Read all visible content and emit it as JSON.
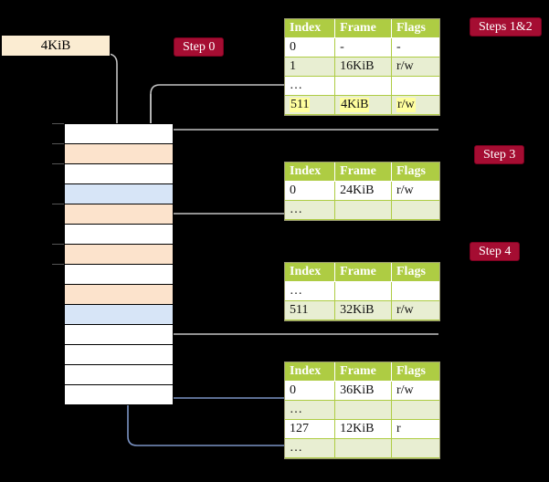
{
  "diagram": {
    "title_banner": {
      "label": "4KiB"
    },
    "steps": [
      {
        "id": "step0",
        "label": "Step 0"
      },
      {
        "id": "step12",
        "label": "Steps 1&2"
      },
      {
        "id": "step3",
        "label": "Step 3"
      },
      {
        "id": "step4",
        "label": "Step 4"
      }
    ],
    "colors": {
      "pill_bg": "#a50d32",
      "banner_bg": "#fbecd2",
      "header_green": "#aecc43",
      "row_even": "#e8eed2",
      "highlight_yellow": "#ffff9e",
      "mem_orange": "#fce3cc",
      "mem_blue": "#d7e5f7",
      "wire_gray": "#b9b9b9",
      "wire_blue": "#7a93c4"
    },
    "memory_column": {
      "name": "physical-memory-frames",
      "rows": [
        {
          "fill": "plain"
        },
        {
          "fill": "orange"
        },
        {
          "fill": "plain"
        },
        {
          "fill": "blue"
        },
        {
          "fill": "orange"
        },
        {
          "fill": "plain"
        },
        {
          "fill": "orange"
        },
        {
          "fill": "plain"
        },
        {
          "fill": "orange"
        },
        {
          "fill": "blue"
        },
        {
          "fill": "plain"
        },
        {
          "fill": "plain"
        },
        {
          "fill": "plain"
        },
        {
          "fill": "plain"
        }
      ]
    },
    "tables": [
      {
        "id": "table-level4",
        "columns": [
          "Index",
          "Frame",
          "Flags"
        ],
        "rows": [
          {
            "cells": [
              "0",
              "-",
              "-"
            ],
            "shade": "odd",
            "highlight": [
              false,
              false,
              false
            ]
          },
          {
            "cells": [
              "1",
              "16KiB",
              "r/w"
            ],
            "shade": "even",
            "highlight": [
              false,
              false,
              false
            ]
          },
          {
            "cells": [
              "…",
              "",
              ""
            ],
            "shade": "odd",
            "highlight": [
              false,
              false,
              false
            ]
          },
          {
            "cells": [
              "511",
              "4KiB",
              "r/w"
            ],
            "shade": "even",
            "highlight": [
              true,
              true,
              true
            ]
          }
        ]
      },
      {
        "id": "table-level3",
        "columns": [
          "Index",
          "Frame",
          "Flags"
        ],
        "rows": [
          {
            "cells": [
              "0",
              "24KiB",
              "r/w"
            ],
            "shade": "odd",
            "highlight": [
              false,
              false,
              false
            ]
          },
          {
            "cells": [
              "…",
              "",
              ""
            ],
            "shade": "even",
            "highlight": [
              false,
              false,
              false
            ]
          }
        ]
      },
      {
        "id": "table-level2",
        "columns": [
          "Index",
          "Frame",
          "Flags"
        ],
        "rows": [
          {
            "cells": [
              "…",
              "",
              ""
            ],
            "shade": "odd",
            "highlight": [
              false,
              false,
              false
            ]
          },
          {
            "cells": [
              "511",
              "32KiB",
              "r/w"
            ],
            "shade": "even",
            "highlight": [
              false,
              false,
              false
            ]
          }
        ]
      },
      {
        "id": "table-level1",
        "columns": [
          "Index",
          "Frame",
          "Flags"
        ],
        "rows": [
          {
            "cells": [
              "0",
              "36KiB",
              "r/w"
            ],
            "shade": "odd",
            "highlight": [
              false,
              false,
              false
            ]
          },
          {
            "cells": [
              "…",
              "",
              ""
            ],
            "shade": "even",
            "highlight": [
              false,
              false,
              false
            ]
          },
          {
            "cells": [
              "127",
              "12KiB",
              "r"
            ],
            "shade": "odd",
            "highlight": [
              false,
              false,
              false
            ]
          },
          {
            "cells": [
              "…",
              "",
              ""
            ],
            "shade": "even",
            "highlight": [
              false,
              false,
              false
            ]
          }
        ]
      }
    ]
  }
}
